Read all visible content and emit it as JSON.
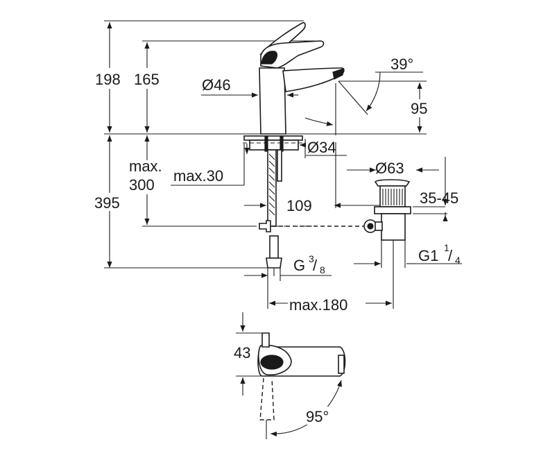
{
  "dimensions": {
    "d198": "198",
    "d165": "165",
    "d46": "Ø46",
    "d39": "39°",
    "d95": "95",
    "d34": "Ø34",
    "d63": "Ø63",
    "max_label": "max.",
    "d300": "300",
    "max30": "max.30",
    "d109": "109",
    "d395": "395",
    "d35_45": "35-45",
    "g38_base": "G",
    "g38_num": "3",
    "g38_den": "8",
    "g114_base": "G1",
    "g114_num": "1",
    "g114_den": "4",
    "max180": "max.180",
    "d43": "43",
    "d95deg": "95°"
  }
}
